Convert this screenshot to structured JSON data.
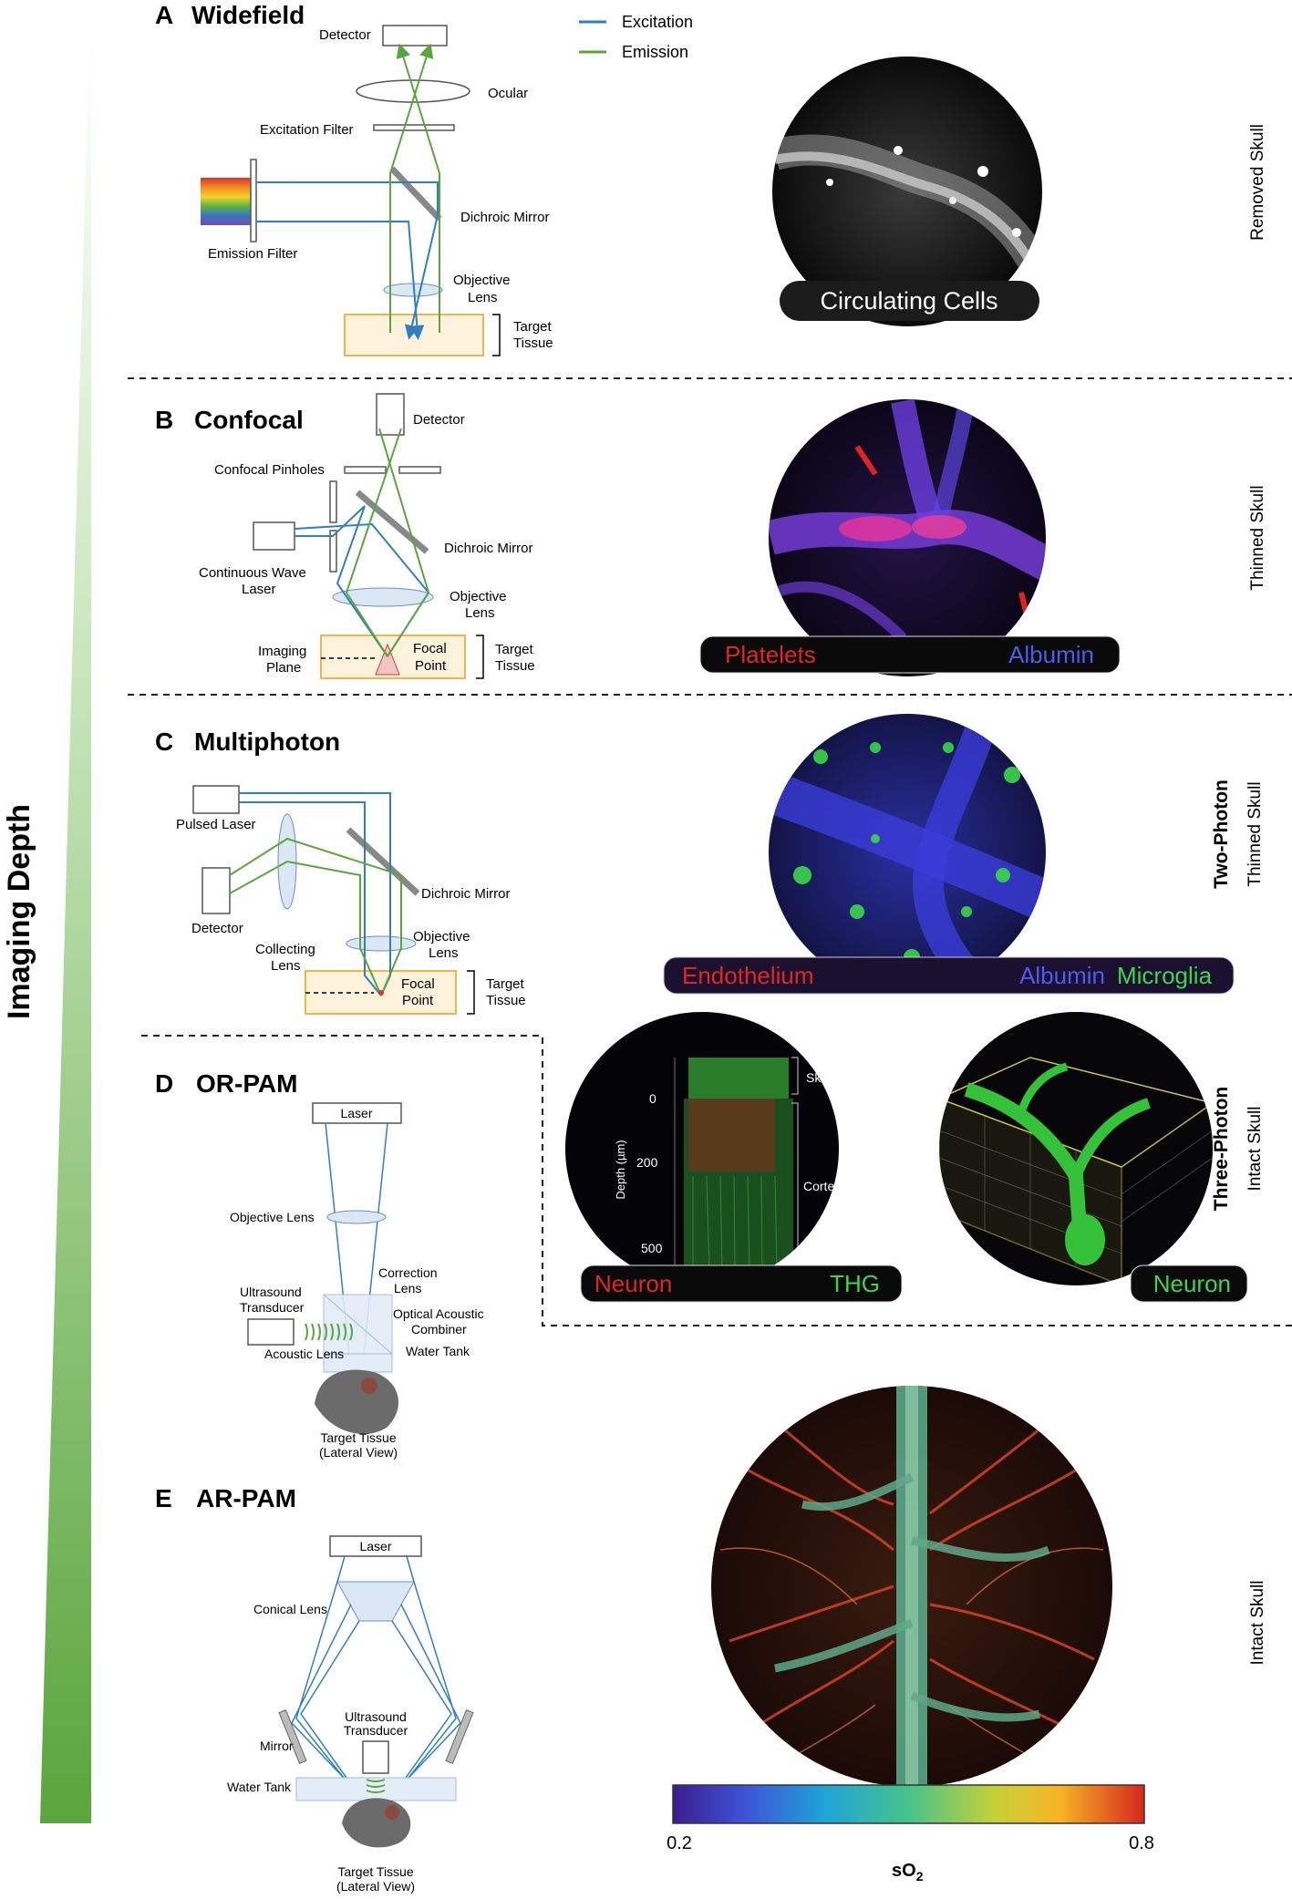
{
  "depth_label": "Imaging Depth",
  "legend": {
    "excitation": "Excitation",
    "emission": "Emission",
    "excitation_color": "#2f7fc1",
    "emission_color": "#5aa53c"
  },
  "panels": {
    "A": {
      "letter": "A",
      "title": "Widefield",
      "labels": [
        "Detector",
        "Ocular",
        "Excitation Filter",
        "Dichroic Mirror",
        "Emission Filter",
        "Objective",
        "Lens",
        "Target",
        "Tissue"
      ],
      "image_caption": "Circulating Cells",
      "side_label": "Removed Skull"
    },
    "B": {
      "letter": "B",
      "title": "Confocal",
      "labels": [
        "Detector",
        "Confocal Pinholes",
        "Dichroic Mirror",
        "Continuous Wave",
        "Laser",
        "Objective",
        "Lens",
        "Imaging",
        "Plane",
        "Focal",
        "Point",
        "Target",
        "Tissue"
      ],
      "image_caption_left": "Platelets",
      "image_caption_right": "Albumin",
      "side_label": "Thinned Skull"
    },
    "C": {
      "letter": "C",
      "title": "Multiphoton",
      "labels": [
        "Pulsed Laser",
        "Dichroic Mirror",
        "Detector",
        "Objective",
        "Lens",
        "Collecting",
        "Lens",
        "Focal",
        "Point",
        "Target",
        "Tissue"
      ],
      "image_caption_left": "Endothelium",
      "image_caption_mid": "Albumin",
      "image_caption_right": "Microglia",
      "side_label_bold": "Two-Photon",
      "side_label": "Thinned Skull"
    },
    "D": {
      "letter": "D",
      "title": "OR-PAM",
      "labels": [
        "Laser",
        "Objective Lens",
        "Correction",
        "Lens",
        "Ultrasound",
        "Transducer",
        "Optical Acoustic",
        "Combiner",
        "Acoustic Lens",
        "Water Tank",
        "Target Tissue",
        "(Lateral View)"
      ],
      "image1_annotations": [
        "Skull",
        "Cortex",
        "Depth (µm)",
        "0",
        "200",
        "500"
      ],
      "image1_caption_left": "Neuron",
      "image1_caption_right": "THG",
      "image2_caption": "Neuron",
      "side_label_bold": "Three-Photon",
      "side_label": "Intact Skull"
    },
    "E": {
      "letter": "E",
      "title": "AR-PAM",
      "labels": [
        "Laser",
        "Conical Lens",
        "Ultrasound",
        "Transducer",
        "Mirror",
        "Water Tank",
        "Target Tissue",
        "(Lateral View)"
      ],
      "colorbar": {
        "min": "0.2",
        "max": "0.8",
        "label": "sO",
        "label_sub": "2"
      },
      "side_label": "Intact Skull"
    }
  }
}
